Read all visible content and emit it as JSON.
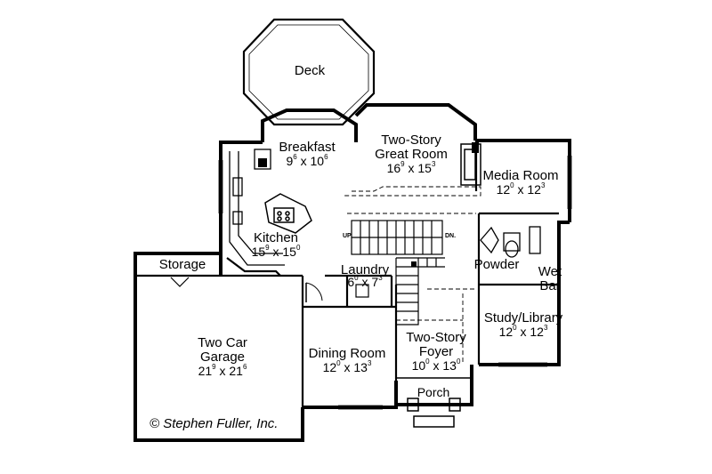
{
  "rooms": {
    "deck": {
      "name": "Deck"
    },
    "breakfast": {
      "name": "Breakfast",
      "dim": [
        "9",
        "6",
        " x 10",
        "6"
      ]
    },
    "great": {
      "name1": "Two-Story",
      "name2": "Great Room",
      "dim": [
        "16",
        "9",
        " x 15",
        "3"
      ]
    },
    "media": {
      "name": "Media Room",
      "dim": [
        "12",
        "0",
        " x 12",
        "3"
      ]
    },
    "kitchen": {
      "name": "Kitchen",
      "dim": [
        "15",
        "9",
        " x 15",
        "0"
      ]
    },
    "storage": {
      "name": "Storage"
    },
    "laundry": {
      "name": "Laundry",
      "dim": [
        "6",
        "0",
        " x 7",
        "3"
      ]
    },
    "powder": {
      "name": "Powder"
    },
    "wetbar": {
      "name1": "Wet",
      "name2": "Bar"
    },
    "study": {
      "name": "Study/Library",
      "dim": [
        "12",
        "0",
        " x 12",
        "3"
      ]
    },
    "garage": {
      "name1": "Two Car",
      "name2": "Garage",
      "dim": [
        "21",
        "9",
        " x 21",
        "6"
      ]
    },
    "dining": {
      "name": "Dining Room",
      "dim": [
        "12",
        "0",
        " x 13",
        "3"
      ]
    },
    "foyer": {
      "name1": "Two-Story",
      "name2": "Foyer",
      "dim": [
        "10",
        "0",
        " x 13",
        "0"
      ]
    },
    "porch": {
      "name": "Porch"
    }
  },
  "stairs": {
    "up": "UP",
    "down": "DN."
  },
  "credit": "© Stephen Fuller, Inc."
}
